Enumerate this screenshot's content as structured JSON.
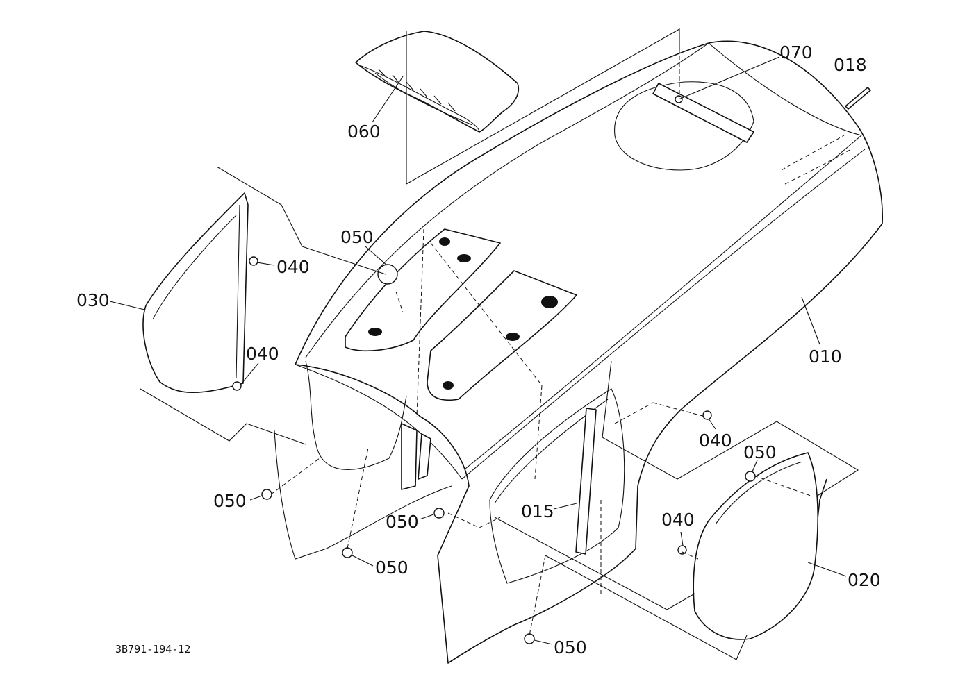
{
  "callouts": {
    "c010": "010",
    "c015": "015",
    "c018": "018",
    "c020": "020",
    "c030": "030",
    "c040a": "040",
    "c040b": "040",
    "c040c": "040",
    "c040d": "040",
    "c050a": "050",
    "c050b": "050",
    "c050c": "050",
    "c050d": "050",
    "c050e": "050",
    "c050f": "050",
    "c060": "060",
    "c070": "070"
  },
  "drawing_number": "3B791-194-12"
}
